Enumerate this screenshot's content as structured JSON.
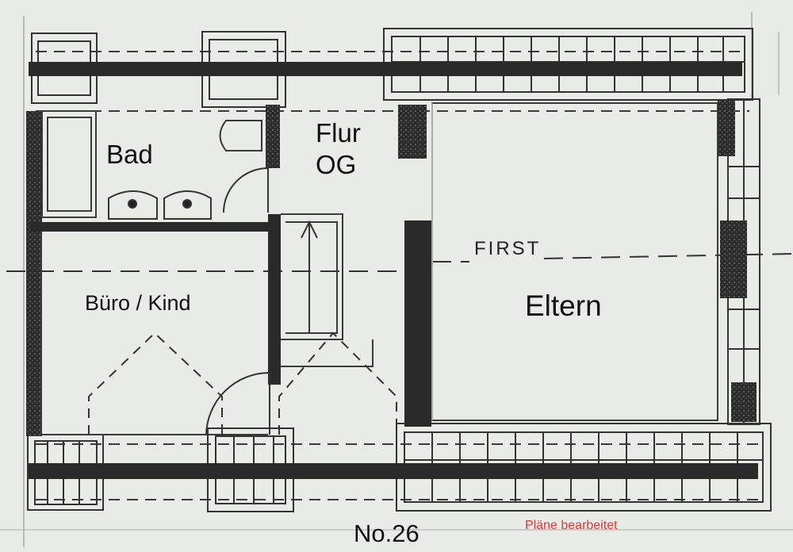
{
  "rooms": {
    "bad": "Bad",
    "flur_line1": "Flur",
    "flur_line2": "OG",
    "buero": "Büro / Kind",
    "eltern": "Eltern"
  },
  "ridge_label": "FIRST",
  "plan_number": "No.26",
  "edit_note": "Pläne bearbeitet",
  "colors": {
    "paper": "#e9ebe6",
    "wall": "#2a2a2a",
    "line": "#3a3a3a",
    "note": "#e03a3a"
  }
}
